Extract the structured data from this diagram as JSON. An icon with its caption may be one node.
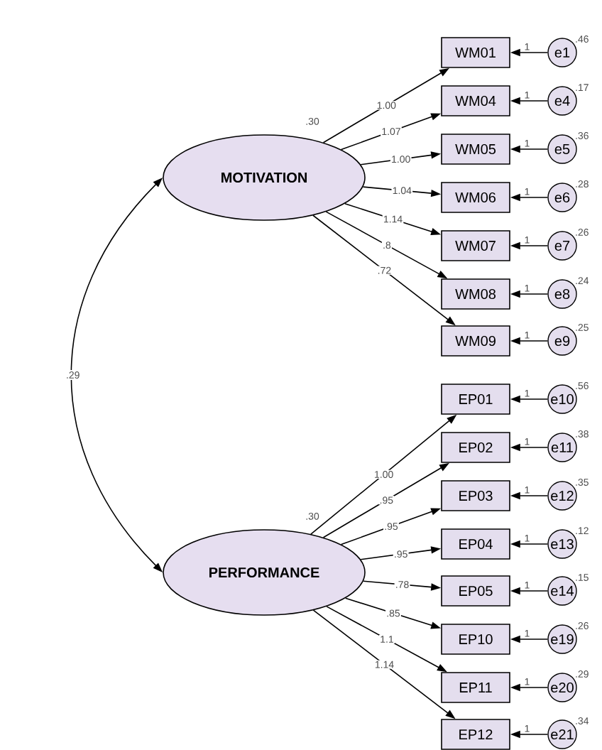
{
  "diagram": {
    "nodes": [
      {
        "text": [
          "MOTIVATION"
        ],
        "beside": [
          ".30"
        ]
      },
      {
        "text": [
          "PERFORMANCE"
        ],
        "beside": [
          ".30"
        ]
      },
      {
        "text": [
          "WM01"
        ]
      },
      {
        "text": [
          "WM04"
        ]
      },
      {
        "text": [
          "WM05"
        ]
      },
      {
        "text": [
          "WM06"
        ]
      },
      {
        "text": [
          "WM07"
        ]
      },
      {
        "text": [
          "WM08"
        ]
      },
      {
        "text": [
          "WM09"
        ]
      },
      {
        "text": [
          "EP01"
        ]
      },
      {
        "text": [
          "EP02"
        ]
      },
      {
        "text": [
          "EP03"
        ]
      },
      {
        "text": [
          "EP04"
        ]
      },
      {
        "text": [
          "EP05"
        ]
      },
      {
        "text": [
          "EP10"
        ]
      },
      {
        "text": [
          "EP11"
        ]
      },
      {
        "text": [
          "EP12"
        ]
      },
      {
        "text": [
          "e1"
        ],
        "beside": [
          ".46"
        ]
      },
      {
        "text": [
          "e4"
        ],
        "beside": [
          ".17"
        ]
      },
      {
        "text": [
          "e5"
        ],
        "beside": [
          ".36"
        ]
      },
      {
        "text": [
          "e6"
        ],
        "beside": [
          ".28"
        ]
      },
      {
        "text": [
          "e7"
        ],
        "beside": [
          ".26"
        ]
      },
      {
        "text": [
          "e8"
        ],
        "beside": [
          ".24"
        ]
      },
      {
        "text": [
          "e9"
        ],
        "beside": [
          ".25"
        ]
      },
      {
        "text": [
          "e10"
        ],
        "beside": [
          ".56"
        ]
      },
      {
        "text": [
          "e11"
        ],
        "beside": [
          ".38"
        ]
      },
      {
        "text": [
          "e12"
        ],
        "beside": [
          ".35"
        ]
      },
      {
        "text": [
          "e13"
        ],
        "beside": [
          ".12"
        ]
      },
      {
        "text": [
          "e14"
        ],
        "beside": [
          ".15"
        ]
      },
      {
        "text": [
          "e19"
        ],
        "beside": [
          ".26"
        ]
      },
      {
        "text": [
          "e20"
        ],
        "beside": [
          ".29"
        ]
      },
      {
        "text": [
          "e21"
        ],
        "beside": [
          ".34"
        ]
      }
    ],
    "edges": [
      {
        "from": 0,
        "to": 1,
        "arrow": "both",
        "label": ".29"
      },
      {
        "from": 0,
        "to": 2,
        "arrow": "to",
        "label": "1.00"
      },
      {
        "from": 0,
        "to": 3,
        "arrow": "to",
        "label": "1.07"
      },
      {
        "from": 0,
        "to": 4,
        "arrow": "to",
        "label": "1.00"
      },
      {
        "from": 0,
        "to": 5,
        "arrow": "to",
        "label": "1.04"
      },
      {
        "from": 0,
        "to": 6,
        "arrow": "to",
        "label": "1.14"
      },
      {
        "from": 0,
        "to": 7,
        "arrow": "to",
        "label": ".8"
      },
      {
        "from": 0,
        "to": 8,
        "arrow": "to",
        "label": ".72"
      },
      {
        "from": 1,
        "to": 9,
        "arrow": "to",
        "label": "1.00"
      },
      {
        "from": 1,
        "to": 10,
        "arrow": "to",
        "label": ".95"
      },
      {
        "from": 1,
        "to": 11,
        "arrow": "to",
        "label": ".95"
      },
      {
        "from": 1,
        "to": 12,
        "arrow": "to",
        "label": ".95"
      },
      {
        "from": 1,
        "to": 13,
        "arrow": "to",
        "label": ".78"
      },
      {
        "from": 1,
        "to": 14,
        "arrow": "to",
        "label": ".85"
      },
      {
        "from": 1,
        "to": 15,
        "arrow": "to",
        "label": "1.1"
      },
      {
        "from": 1,
        "to": 16,
        "arrow": "to",
        "label": "1.14"
      },
      {
        "from": 17,
        "to": 2,
        "arrow": "to",
        "label": "1"
      },
      {
        "from": 18,
        "to": 3,
        "arrow": "to",
        "label": "1"
      },
      {
        "from": 19,
        "to": 4,
        "arrow": "to",
        "label": "1"
      },
      {
        "from": 20,
        "to": 5,
        "arrow": "to",
        "label": "1"
      },
      {
        "from": 21,
        "to": 6,
        "arrow": "to",
        "label": "1"
      },
      {
        "from": 22,
        "to": 7,
        "arrow": "to",
        "label": "1"
      },
      {
        "from": 23,
        "to": 8,
        "arrow": "to",
        "label": "1"
      },
      {
        "from": 24,
        "to": 9,
        "arrow": "to",
        "label": "1"
      },
      {
        "from": 25,
        "to": 10,
        "arrow": "to",
        "label": "1"
      },
      {
        "from": 26,
        "to": 11,
        "arrow": "to",
        "label": "1"
      },
      {
        "from": 27,
        "to": 12,
        "arrow": "to",
        "label": "1"
      },
      {
        "from": 28,
        "to": 13,
        "arrow": "to",
        "label": "1"
      },
      {
        "from": 29,
        "to": 14,
        "arrow": "to",
        "label": "1"
      },
      {
        "from": 30,
        "to": 15,
        "arrow": "to",
        "label": "1"
      },
      {
        "from": 31,
        "to": 16,
        "arrow": "to",
        "label": "1"
      }
    ]
  }
}
